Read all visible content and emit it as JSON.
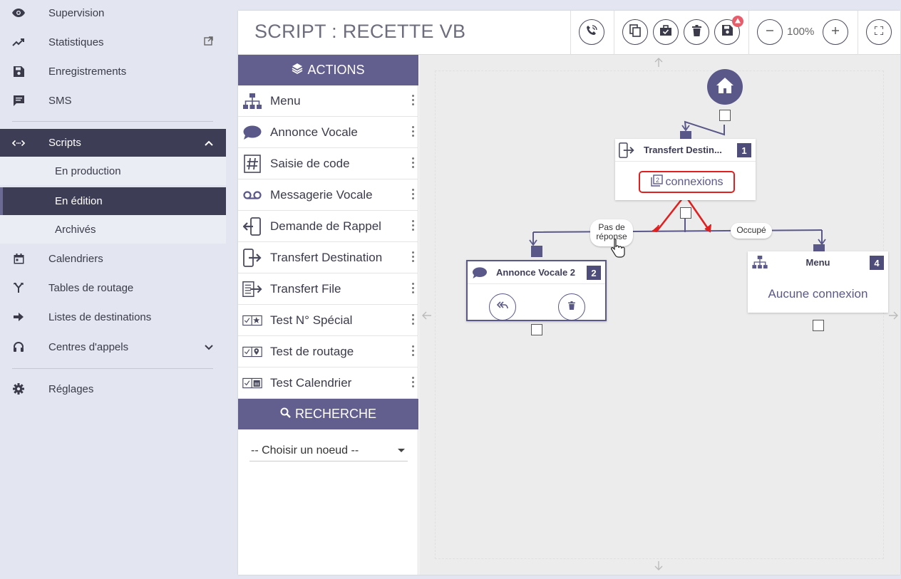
{
  "sidebar": {
    "items": [
      {
        "label": "Supervision",
        "icon": "eye-icon"
      },
      {
        "label": "Statistiques",
        "icon": "trending-up-icon",
        "tail_icon": "external-link-icon"
      },
      {
        "label": "Enregistrements",
        "icon": "save-icon"
      },
      {
        "label": "SMS",
        "icon": "message-icon"
      },
      {
        "label": "Scripts",
        "icon": "code-arrows-icon",
        "tail_icon": "chevron-up-icon",
        "active": true
      },
      {
        "label": "Calendriers",
        "icon": "calendar-icon"
      },
      {
        "label": "Tables de routage",
        "icon": "routing-fork-icon"
      },
      {
        "label": "Listes de destinations",
        "icon": "arrow-right-icon"
      },
      {
        "label": "Centres d'appels",
        "icon": "headset-icon",
        "tail_icon": "chevron-down-icon"
      },
      {
        "label": "Réglages",
        "icon": "gear-icon"
      }
    ],
    "scripts_sub": [
      {
        "label": "En production"
      },
      {
        "label": "En édition",
        "active": true
      },
      {
        "label": "Archivés"
      }
    ]
  },
  "topbar": {
    "title": "SCRIPT : RECETTE VB",
    "zoom": "100%",
    "buttons": [
      "phone-icon",
      "copy-icon",
      "briefcase-check-icon",
      "trash-icon",
      "save-icon",
      "zoom-out-icon",
      "zoom-in-icon",
      "fullscreen-icon"
    ]
  },
  "actions": {
    "header": "ACTIONS",
    "items": [
      {
        "label": "Menu",
        "icon": "sitemap-icon"
      },
      {
        "label": "Annonce Vocale",
        "icon": "speech-bubble-icon"
      },
      {
        "label": "Saisie de code",
        "icon": "hash-icon"
      },
      {
        "label": "Messagerie Vocale",
        "icon": "voicemail-icon"
      },
      {
        "label": "Demande de Rappel",
        "icon": "callback-request-icon"
      },
      {
        "label": "Transfert Destination",
        "icon": "transfer-destination-icon"
      },
      {
        "label": "Transfert File",
        "icon": "transfer-file-icon"
      },
      {
        "label": "Test N° Spécial",
        "icon": "test-special-icon"
      },
      {
        "label": "Test de routage",
        "icon": "test-routing-icon"
      },
      {
        "label": "Test Calendrier",
        "icon": "test-calendar-icon"
      }
    ]
  },
  "search": {
    "header": "RECHERCHE",
    "select_value": "-- Choisir un noeud --"
  },
  "canvas": {
    "nodes": [
      {
        "id": 1,
        "title": "Transfert Destin...",
        "num": "1",
        "body_label": "connexions",
        "icon": "transfer-destination-icon"
      },
      {
        "id": 2,
        "title": "Annonce Vocale 2",
        "num": "2",
        "icon": "speech-bubble-icon"
      },
      {
        "id": 4,
        "title": "Menu",
        "num": "4",
        "body_label": "Aucune connexion",
        "icon": "sitemap-icon"
      }
    ],
    "edge_labels": {
      "left": [
        "Pas de",
        "réponse"
      ],
      "right": "Occupé"
    },
    "highlight_color": "#e02020",
    "accent_color": "#5a5889"
  }
}
